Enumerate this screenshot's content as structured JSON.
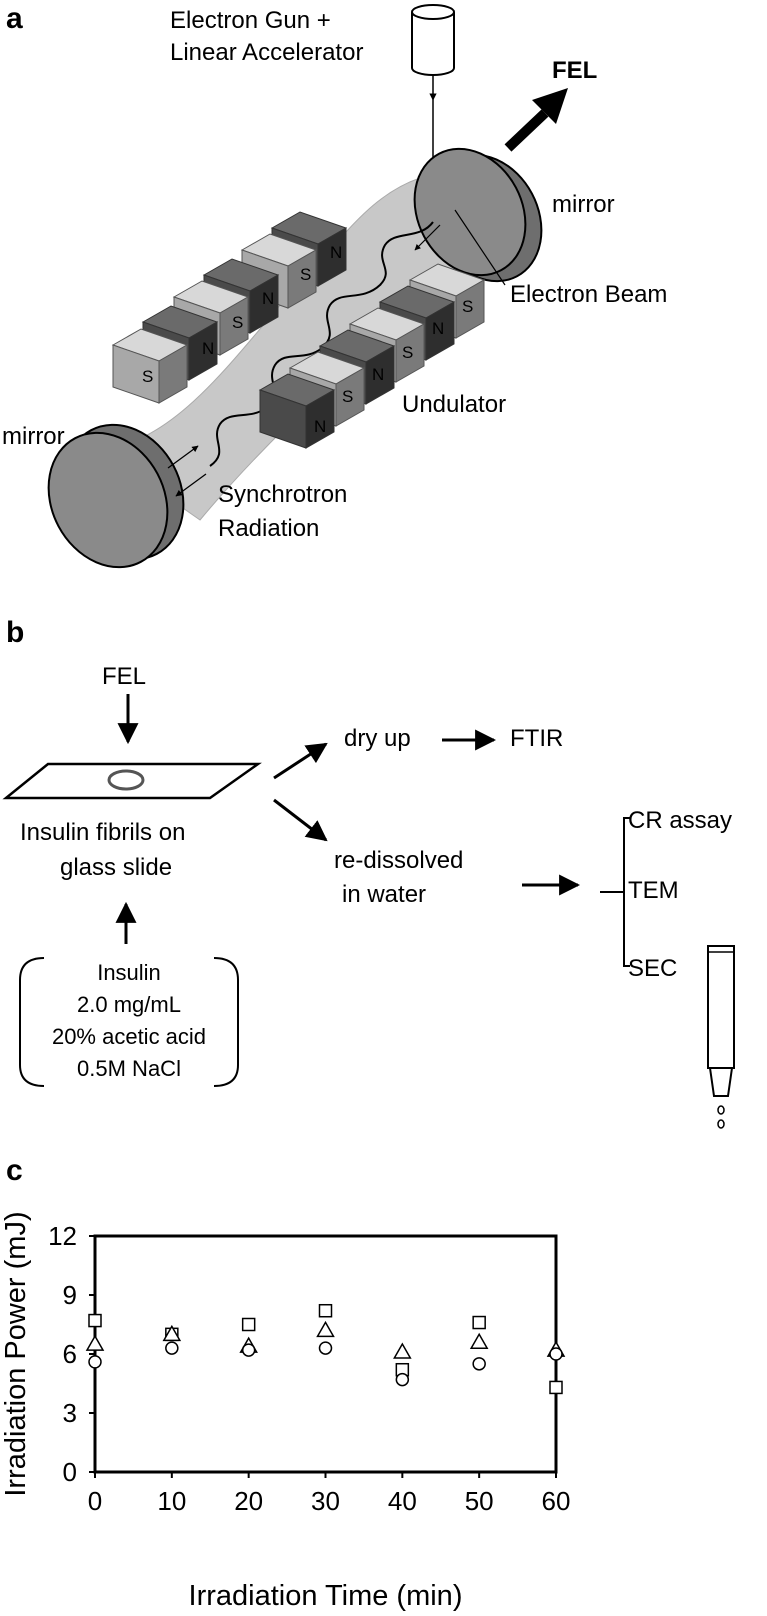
{
  "panel_a": {
    "letter": "a",
    "gun_label_line1": "Electron Gun +",
    "gun_label_line2": "Linear Accelerator",
    "fel_label": "FEL",
    "mirror_right_label": "mirror",
    "mirror_left_label": "mirror",
    "electron_beam_label": "Electron Beam",
    "undulator_label": "Undulator",
    "synchrotron_line1": "Synchrotron",
    "synchrotron_line2": "Radiation",
    "pole_n": "N",
    "pole_s": "S"
  },
  "panel_b": {
    "letter": "b",
    "fel_label": "FEL",
    "slide_line1": "Insulin fibrils on",
    "slide_line2": "glass slide",
    "dry_label": "dry up",
    "ftir_label": "FTIR",
    "redissolved_line1": "re-dissolved",
    "redissolved_line2": "in water",
    "assay1": "CR assay",
    "assay2": "TEM",
    "assay3": "SEC",
    "solution_line1": "Insulin",
    "solution_line2": "2.0 mg/mL",
    "solution_line3": "20% acetic acid",
    "solution_line4": "0.5M NaCl"
  },
  "panel_c": {
    "letter": "c"
  },
  "chart_data": {
    "type": "scatter",
    "title": "",
    "xlabel": "Irradiation Time (min)",
    "ylabel": "Irradiation Power (mJ)",
    "xlim": [
      0,
      60
    ],
    "ylim": [
      0,
      12
    ],
    "xticks": [
      0,
      10,
      20,
      30,
      40,
      50,
      60
    ],
    "yticks": [
      0,
      3,
      6,
      9,
      12
    ],
    "grid": false,
    "series": [
      {
        "marker": "square",
        "x": [
          0,
          10,
          20,
          30,
          40,
          50,
          60
        ],
        "y": [
          7.7,
          7.0,
          7.5,
          8.2,
          5.2,
          7.6,
          4.3
        ]
      },
      {
        "marker": "triangle",
        "x": [
          0,
          10,
          20,
          30,
          40,
          50,
          60
        ],
        "y": [
          6.5,
          7.0,
          6.4,
          7.2,
          6.1,
          6.6,
          6.2
        ]
      },
      {
        "marker": "circle",
        "x": [
          0,
          10,
          20,
          30,
          40,
          50,
          60
        ],
        "y": [
          5.6,
          6.3,
          6.2,
          6.3,
          4.7,
          5.5,
          6.0
        ]
      }
    ]
  }
}
